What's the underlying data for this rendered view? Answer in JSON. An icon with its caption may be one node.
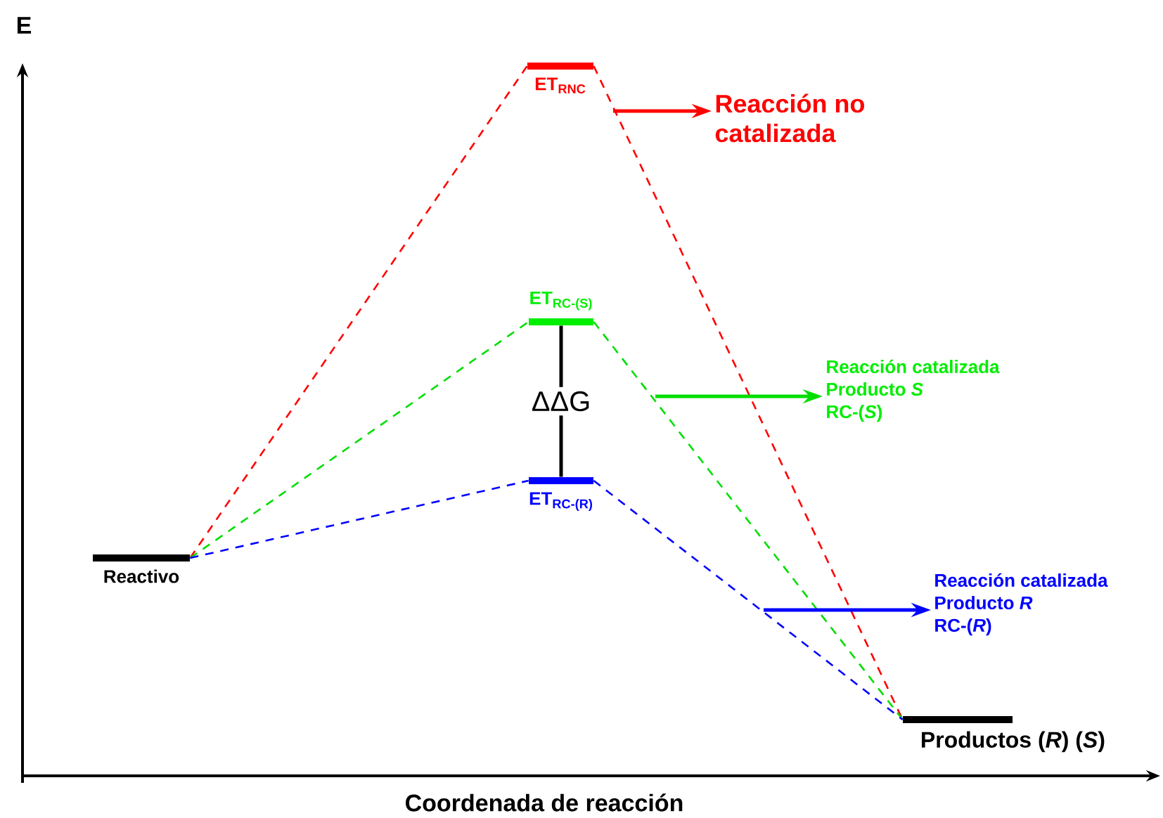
{
  "diagram": {
    "nodes": [
      {
        "text": [
          "Reactivo"
        ]
      },
      {
        "text": [
          "ET$_{RNC}$"
        ]
      },
      {
        "text": [
          "ET$_{RC-(S)}$"
        ]
      },
      {
        "text": [
          "ET$_{RC-(R)}$"
        ]
      },
      {
        "text": [
          "Productos (*R*) (*S*)"
        ]
      },
      {
        "text": [
          "Reacción no catalizada"
        ]
      },
      {
        "text": [
          "Reacción catalizada",
          "Producto *S*",
          "RC-(*S*)"
        ]
      },
      {
        "text": [
          "Reacción catalizada",
          "Producto *R*",
          "RC-(*R*)"
        ]
      }
    ],
    "edges": [
      {
        "from": 0,
        "to": 1,
        "arrow": "none",
        "style": "dashed",
        "color": "#ff0000"
      },
      {
        "from": 1,
        "to": 4,
        "arrow": "none",
        "style": "dashed",
        "color": "#ff0000"
      },
      {
        "from": 0,
        "to": 2,
        "arrow": "none",
        "style": "dashed",
        "color": "#00ee00"
      },
      {
        "from": 2,
        "to": 4,
        "arrow": "none",
        "style": "dashed",
        "color": "#00ee00"
      },
      {
        "from": 0,
        "to": 3,
        "arrow": "none",
        "style": "dashed",
        "color": "#0000ff"
      },
      {
        "from": 3,
        "to": 4,
        "arrow": "none",
        "style": "dashed",
        "color": "#0000ff"
      },
      {
        "from": 2,
        "to": 3,
        "arrow": "none",
        "label": "ΔΔG",
        "color": "#000000"
      },
      {
        "from": null,
        "to": 5,
        "arrow": "to",
        "color": "#ff0000"
      },
      {
        "from": null,
        "to": 6,
        "arrow": "to",
        "color": "#00ee00"
      },
      {
        "from": null,
        "to": 7,
        "arrow": "to",
        "color": "#0000ff"
      }
    ],
    "labels": [
      "E",
      "Coordenada de reacción"
    ]
  }
}
